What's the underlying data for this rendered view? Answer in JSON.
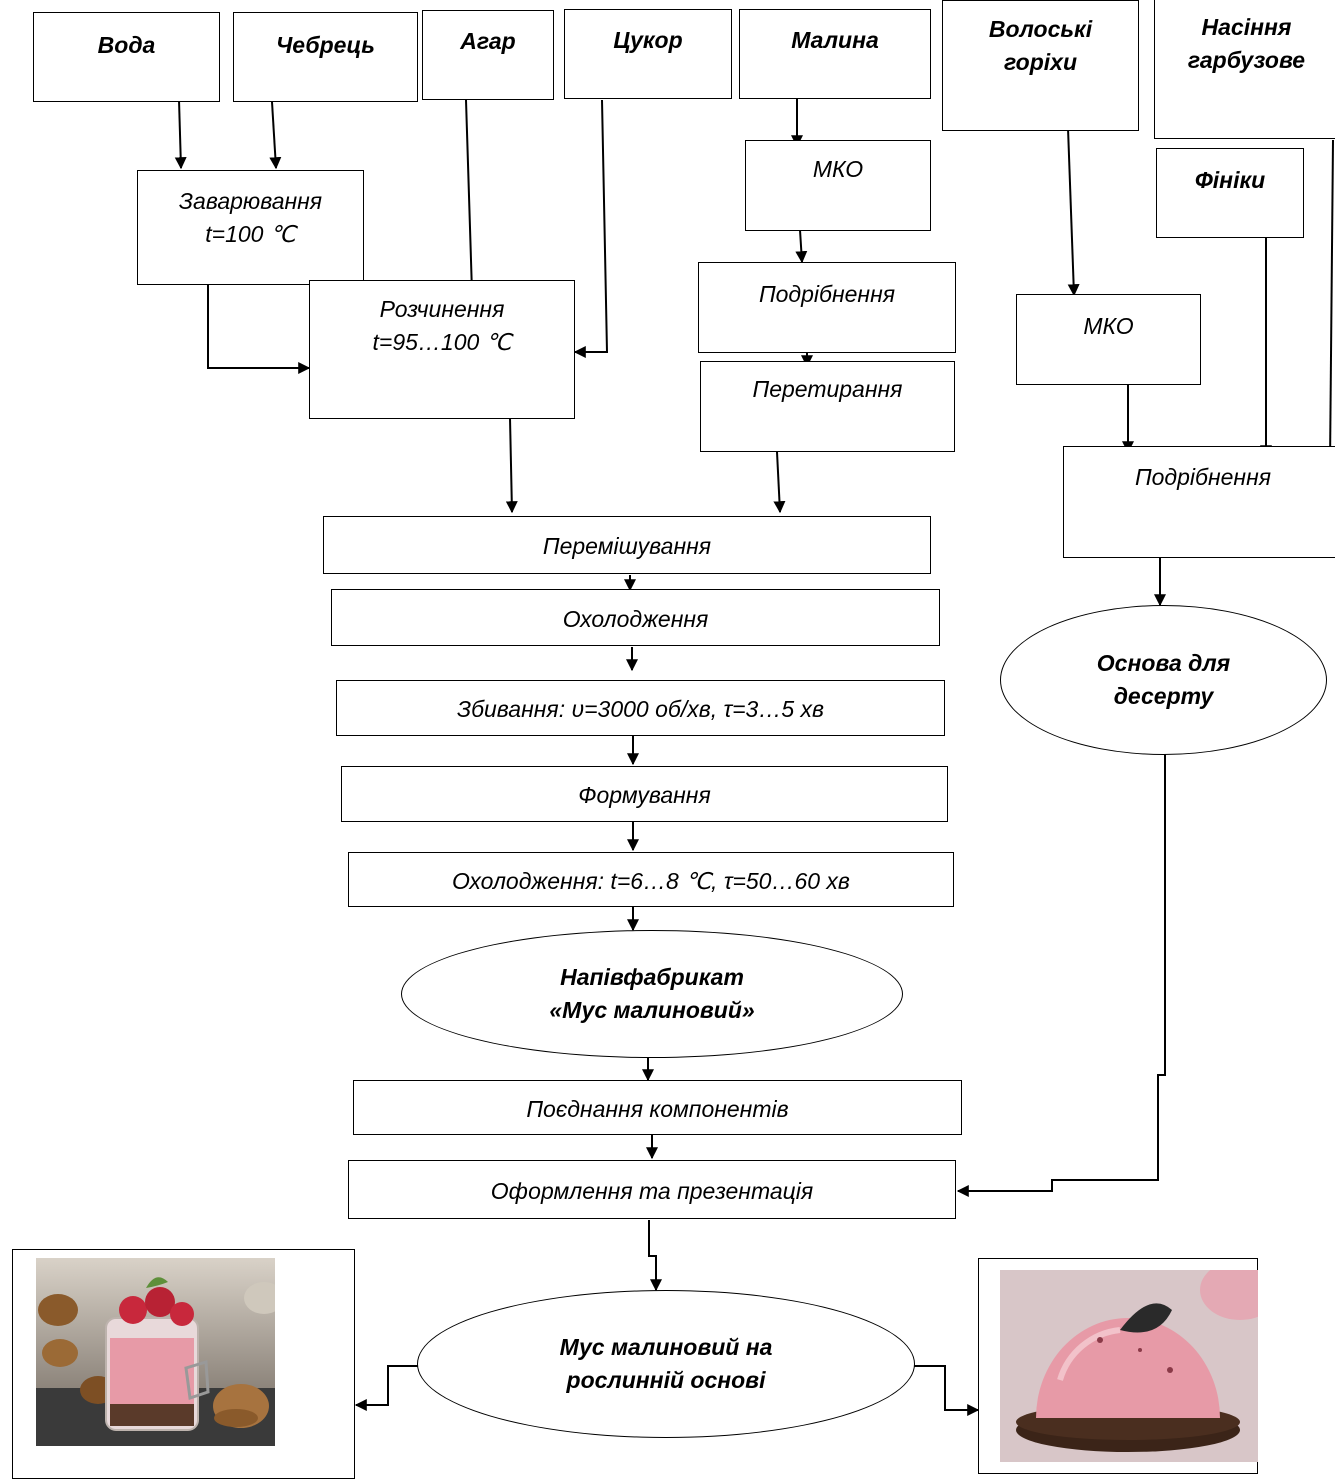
{
  "ingredients": {
    "water": "Вода",
    "thyme": "Чебрець",
    "agar": "Агар",
    "sugar": "Цукор",
    "raspberry": "Малина",
    "walnuts_line1": "Волоські",
    "walnuts_line2": "горіхи",
    "pumpkin_line1": "Насіння",
    "pumpkin_line2": "гарбузове",
    "dates": "Фініки"
  },
  "steps": {
    "brewing_line1": "Заварювання",
    "brewing_line2": "t=100 ℃",
    "dissolving_line1": "Розчинення",
    "dissolving_line2": "t=95…100 ℃",
    "mko_raspberry": "МКО",
    "grinding_raspberry": "Подрібнення",
    "rubbing": "Перетирання",
    "mko_nuts": "МКО",
    "grinding_nuts": "Подрібнення",
    "mixing": "Перемішування",
    "cooling": "Охолодження",
    "whipping": "Збивання: υ=3000 об/хв,  τ=3…5 хв",
    "forming": "Формування",
    "cooling2": "Охолодження: t=6…8 ℃,  τ=50…60 хв",
    "combining": "Поєднання компонентів",
    "decoration": "Оформлення та презентація"
  },
  "products": {
    "base_line1": "Основа для",
    "base_line2": "десерту",
    "semi_line1": "Напівфабрикат",
    "semi_line2": "«Мус малиновий»",
    "final_line1": "Мус малиновий на",
    "final_line2": "рослинній основі"
  },
  "photos": {
    "left": "photo-mousse-jar",
    "right": "photo-mousse-dome"
  },
  "colors": {
    "mousse_pink": "#e79aa7",
    "raspberry_red": "#c8283c",
    "walnut_brown": "#8a5a2b",
    "slate_dark": "#3a3a3a",
    "chocolate": "#3b2418"
  }
}
